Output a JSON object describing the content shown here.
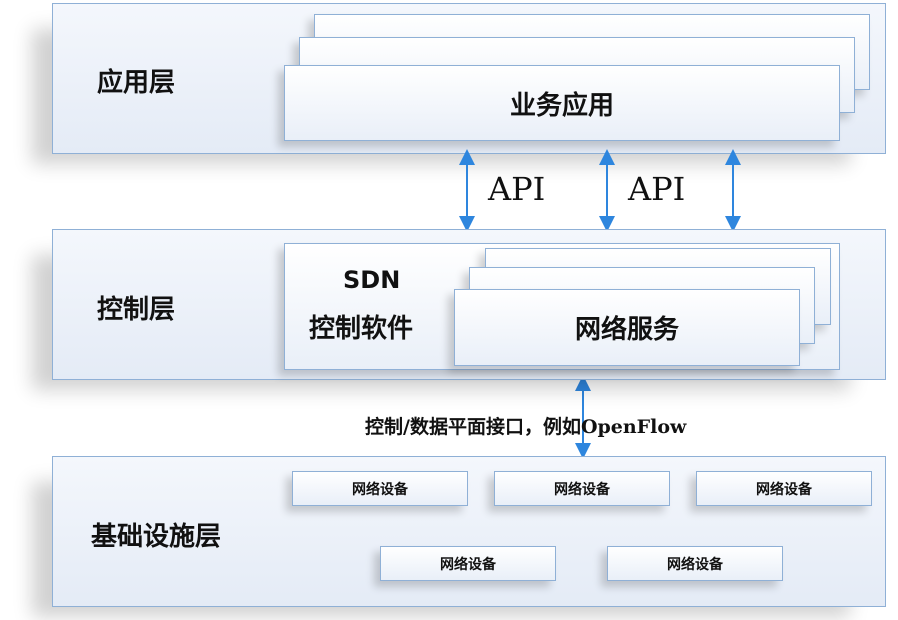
{
  "application_layer": {
    "label": "应用层",
    "app_box_label": "业务应用"
  },
  "api": {
    "left_label": "API",
    "right_label": "API"
  },
  "control_layer": {
    "label": "控制层",
    "controller_line1": "SDN",
    "controller_line2": "控制软件",
    "service_box_label": "网络服务"
  },
  "southbound": {
    "label": "控制/数据平面接口，例如OpenFlow"
  },
  "infrastructure_layer": {
    "label": "基础设施层",
    "devices": [
      "网络设备",
      "网络设备",
      "网络设备",
      "网络设备",
      "网络设备"
    ]
  },
  "colors": {
    "arrow": "#2e86de",
    "border": "#8fb0d6"
  }
}
